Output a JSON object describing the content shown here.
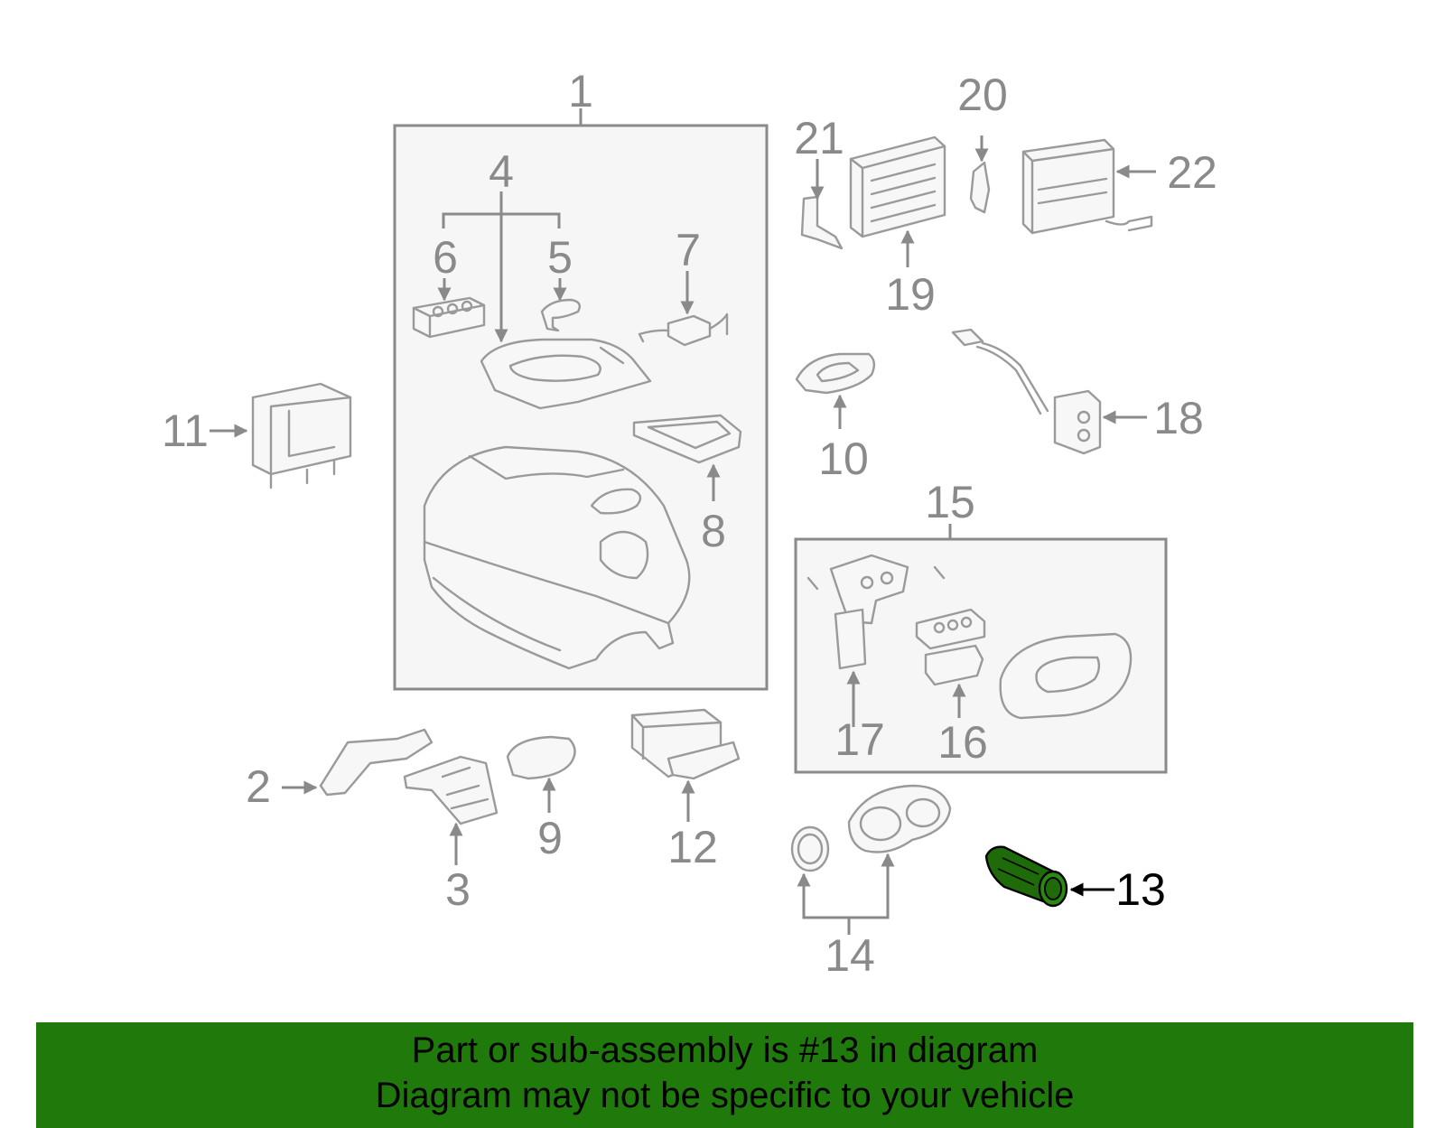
{
  "callouts": {
    "c1": "1",
    "c2": "2",
    "c3": "3",
    "c4": "4",
    "c5": "5",
    "c6": "6",
    "c7": "7",
    "c8": "8",
    "c9": "9",
    "c10": "10",
    "c11": "11",
    "c12": "12",
    "c13": "13",
    "c14": "14",
    "c15": "15",
    "c16": "16",
    "c17": "17",
    "c18": "18",
    "c19": "19",
    "c20": "20",
    "c21": "21",
    "c22": "22"
  },
  "highlight": {
    "part": "13",
    "color": "#1f6b0a"
  },
  "banner": {
    "line1": "Part or sub-assembly is #13 in diagram",
    "line2": "Diagram may not be specific to your vehicle",
    "background": "#1f7a0b"
  }
}
